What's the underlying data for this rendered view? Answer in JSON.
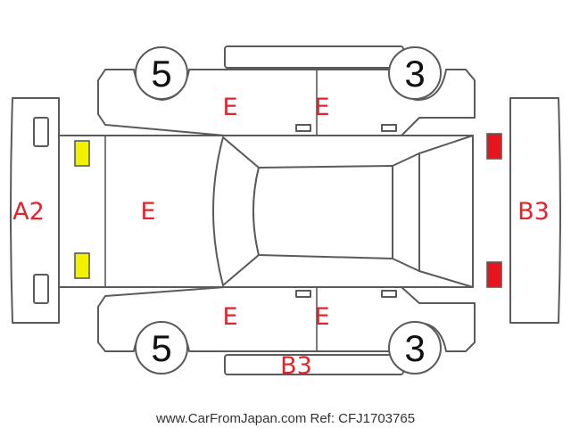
{
  "diagram": {
    "panel_labels": {
      "front_bumper": "A2",
      "rear_bumper": "B3",
      "hood": "E",
      "left_front_door": "E",
      "left_rear_door": "E",
      "right_front_door": "E",
      "right_rear_door": "E",
      "bottom_sill": "B3"
    },
    "wheels": {
      "front_left": "5",
      "front_right": "5",
      "rear_left": "3",
      "rear_right": "3"
    },
    "colors": {
      "label": "#e0242c",
      "front_lights": "#f2f200",
      "rear_lights": "#e8141e",
      "outline": "#5a5a5a"
    }
  },
  "footer": {
    "watermark": "www.CarFromJapan.com Ref: CFJ1703765"
  }
}
